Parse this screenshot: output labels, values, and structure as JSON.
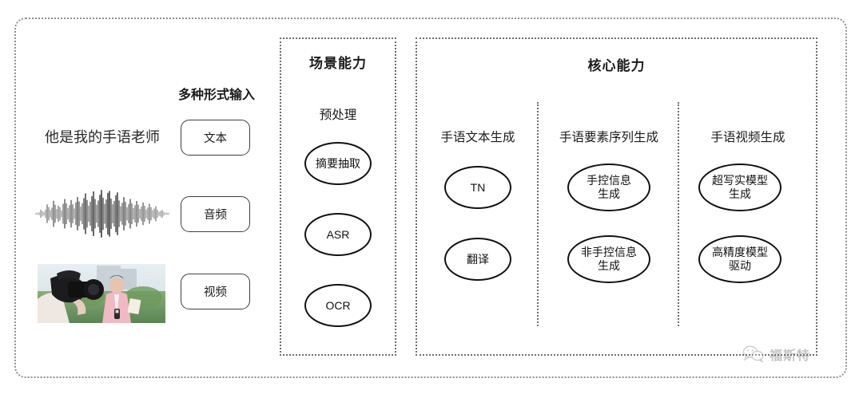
{
  "diagram": {
    "left_section": {
      "group_label": "多种形式输入",
      "sample_text": "他是我的手语老师",
      "waveform_icon": "audio-waveform",
      "video_thumbnail_alt": "camera operator filming a reporter",
      "chips": [
        {
          "label": "文本",
          "name": "text"
        },
        {
          "label": "音频",
          "name": "audio"
        },
        {
          "label": "视频",
          "name": "video"
        }
      ]
    },
    "scene_panel": {
      "title": "场景能力",
      "subtitle": "预处理",
      "nodes": [
        {
          "label": "摘要抽取"
        },
        {
          "label": "ASR"
        },
        {
          "label": "OCR"
        }
      ]
    },
    "core_panel": {
      "title": "核心能力",
      "columns": [
        {
          "header": "手语文本生成",
          "nodes": [
            {
              "label": "TN"
            },
            {
              "label": "翻译"
            }
          ]
        },
        {
          "header": "手语要素序列生成",
          "nodes": [
            {
              "label": "手控信息\n生成"
            },
            {
              "label": "非手控信息\n生成"
            }
          ]
        },
        {
          "header": "手语视频生成",
          "nodes": [
            {
              "label": "超写实模型\n生成"
            },
            {
              "label": "高精度模型\n驱动"
            }
          ]
        }
      ]
    },
    "watermark": {
      "text": "福斯特",
      "icon": "wechat-bubbles-icon"
    },
    "colors": {
      "border": "#6d6d6d",
      "outer_border": "#8d8d8d",
      "node_stroke": "#111111",
      "chip_stroke": "#3a3f46",
      "text": "#1b1b1b",
      "background": "#ffffff"
    }
  }
}
